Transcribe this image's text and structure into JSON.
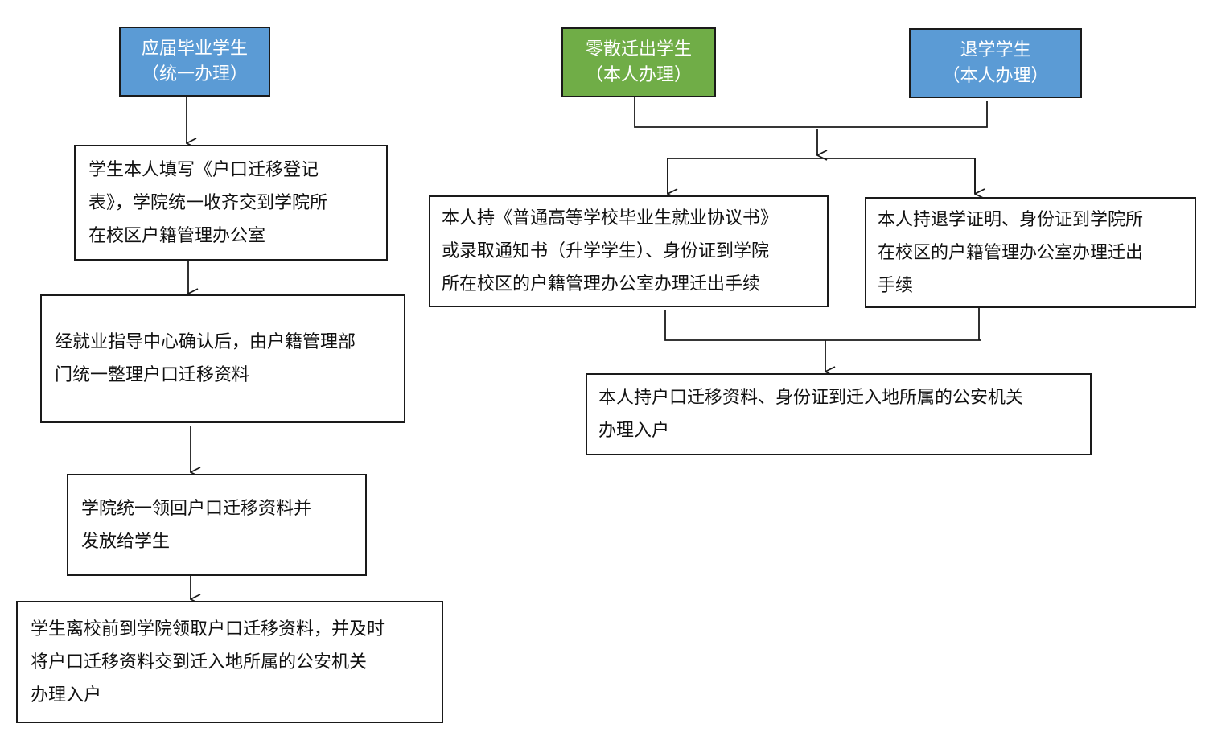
{
  "left_flow": {
    "start": {
      "title": "应届毕业学生",
      "subtitle": "（统一办理）",
      "color": "#5B9BD5"
    },
    "steps": [
      {
        "lines": [
          "学生本人填写《户口迁移登记",
          "表》，学院统一收齐交到学院所",
          "在校区户籍管理办公室"
        ]
      },
      {
        "lines": [
          "经就业指导中心确认后，由户籍管理部",
          "门统一整理户口迁移资料"
        ]
      },
      {
        "lines": [
          "学院统一领回户口迁移资料并",
          "发放给学生"
        ]
      },
      {
        "lines": [
          "学生离校前到学院领取户口迁移资料，并及时",
          "将户口迁移资料交到迁入地所属的公安机关",
          "办理入户"
        ]
      }
    ]
  },
  "right_flow": {
    "starts": [
      {
        "title": "零散迁出学生",
        "subtitle": "（本人办理）",
        "color": "#70AD47"
      },
      {
        "title": "退学学生",
        "subtitle": "（本人办理）",
        "color": "#5B9BD5"
      }
    ],
    "branches": [
      {
        "lines": [
          "本人持《普通高等学校毕业生就业协议书》",
          "或录取通知书（升学学生）、身份证到学院",
          "所在校区的户籍管理办公室办理迁出手续"
        ]
      },
      {
        "lines": [
          "本人持退学证明、身份证到学院所",
          "在校区的户籍管理办公室办理迁出",
          "手续"
        ]
      }
    ],
    "final": {
      "lines": [
        "本人持户口迁移资料、身份证到迁入地所属的公安机关",
        "办理入户"
      ]
    }
  }
}
